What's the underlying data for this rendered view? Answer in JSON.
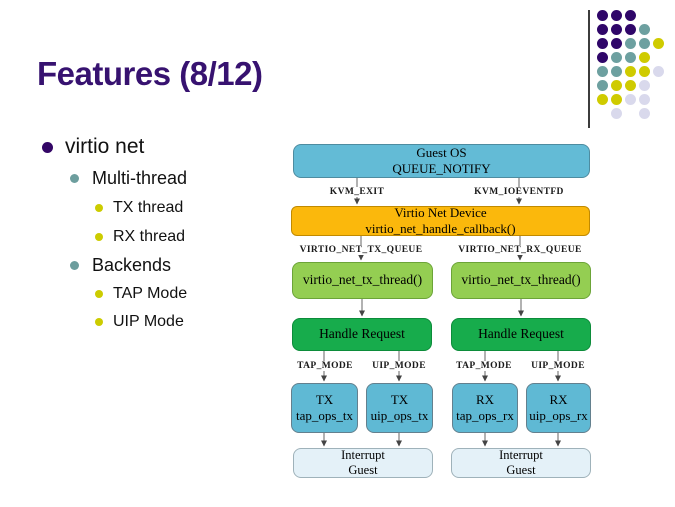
{
  "slide": {
    "title": "Features (8/12)"
  },
  "bullets": [
    {
      "level": 1,
      "label": "virtio net"
    },
    {
      "level": 2,
      "label": "Multi-thread"
    },
    {
      "level": 3,
      "label": "TX thread"
    },
    {
      "level": 3,
      "label": "RX thread"
    },
    {
      "level": 2,
      "label": "Backends"
    },
    {
      "level": 3,
      "label": "TAP Mode"
    },
    {
      "level": 3,
      "label": "UIP Mode"
    }
  ],
  "diagram": {
    "guest_os": {
      "line1": "Guest OS",
      "line2": "QUEUE_NOTIFY"
    },
    "virtio_device": {
      "line1": "Virtio Net Device",
      "line2": "virtio_net_handle_callback()"
    },
    "tx_thread_label": "virtio_net_tx_thread()",
    "rx_thread_label": "virtio_net_tx_thread()",
    "handle_request_label": "Handle Request",
    "mode_boxes": [
      {
        "line1": "TX",
        "line2": "tap_ops_tx"
      },
      {
        "line1": "TX",
        "line2": "uip_ops_tx"
      },
      {
        "line1": "RX",
        "line2": "tap_ops_rx"
      },
      {
        "line1": "RX",
        "line2": "uip_ops_rx"
      }
    ],
    "interrupt": {
      "line1": "Interrupt",
      "line2": "Guest"
    },
    "edge_labels": {
      "kvm_exit": "KVM_EXIT",
      "kvm_ioeventfd": "KVM_IOEVENTFD",
      "tx_queue": "VIRTIO_NET_TX_QUEUE",
      "rx_queue": "VIRTIO_NET_RX_QUEUE",
      "tap_mode": "TAP_MODE",
      "uip_mode": "UIP_MODE"
    }
  },
  "colors": {
    "title": "#371270",
    "bullet_level1": "#330666",
    "bullet_level2": "#6D9E9E",
    "bullet_level3": "#CCCC00",
    "guest_os_fill": "#63BBD6",
    "virtio_fill": "#FBB80C",
    "thread_fill": "#94CE52",
    "handle_fill": "#17AC4C",
    "mode_fill": "#5FB9D4",
    "interrupt_fill": "#E4F1F8",
    "arrow": "#555555"
  },
  "decor": {
    "dot_colors": {
      "p": "#2F0669",
      "t": "#6DA0A0",
      "y": "#CFCB00",
      "l": "#D9D9EC"
    },
    "dot_grid": [
      [
        "p",
        "p",
        "p",
        null,
        null
      ],
      [
        "p",
        "p",
        "p",
        "t",
        null
      ],
      [
        "p",
        "p",
        "t",
        "t",
        "y"
      ],
      [
        "p",
        "t",
        "t",
        "y",
        null
      ],
      [
        "t",
        "t",
        "y",
        "y",
        "l"
      ],
      [
        "t",
        "y",
        "y",
        "l",
        null
      ],
      [
        "y",
        "y",
        "l",
        "l",
        null
      ],
      [
        null,
        "l",
        null,
        "l",
        null
      ]
    ]
  }
}
